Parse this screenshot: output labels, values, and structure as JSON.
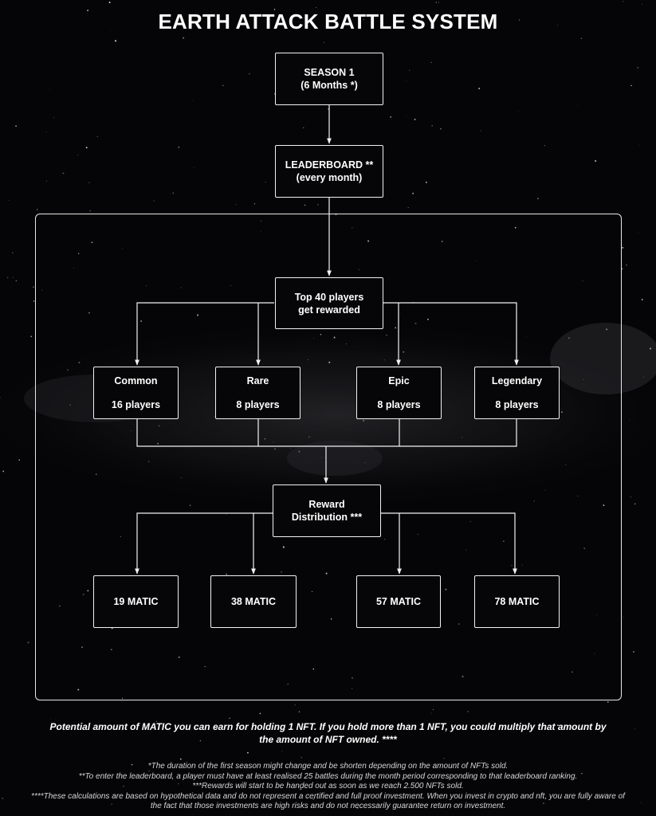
{
  "title": "EARTH ATTACK BATTLE SYSTEM",
  "season": {
    "line1": "SEASON 1",
    "line2": "(6 Months *)"
  },
  "leaderboard": {
    "line1": "LEADERBOARD **",
    "line2": "(every month)"
  },
  "top_players": {
    "line1": "Top 40 players",
    "line2": "get rewarded"
  },
  "tiers": [
    {
      "name": "Common",
      "players": "16 players"
    },
    {
      "name": "Rare",
      "players": "8 players"
    },
    {
      "name": "Epic",
      "players": "8 players"
    },
    {
      "name": "Legendary",
      "players": "8 players"
    }
  ],
  "reward_distribution": {
    "line1": "Reward",
    "line2": "Distribution ***"
  },
  "rewards": [
    "19 MATIC",
    "38 MATIC",
    "57 MATIC",
    "78 MATIC"
  ],
  "potential_text": "Potential amount of MATIC you can earn for holding 1 NFT. If you hold more than 1 NFT, you could multiply that amount by the amount of NFT owned. ****",
  "footnotes": [
    "*The duration of the first season might change and be shorten depending on the amount of NFTs sold.",
    "**To enter the leaderboard, a player must have at least realised 25 battles during the month period corresponding to that leaderboard ranking.",
    "***Rewards will start to be handed out as soon as we reach 2.500 NFTs sold.",
    "****These calculations are based on hypothetical data and do not represent a certified and full proof investment. When you invest in crypto and nft, you are fully aware of",
    "the fact that those investments are high risks and do not necessarily guarantee return on investment."
  ],
  "colors": {
    "background": "#050507",
    "line": "#f2f2f2",
    "text": "#ffffff"
  }
}
